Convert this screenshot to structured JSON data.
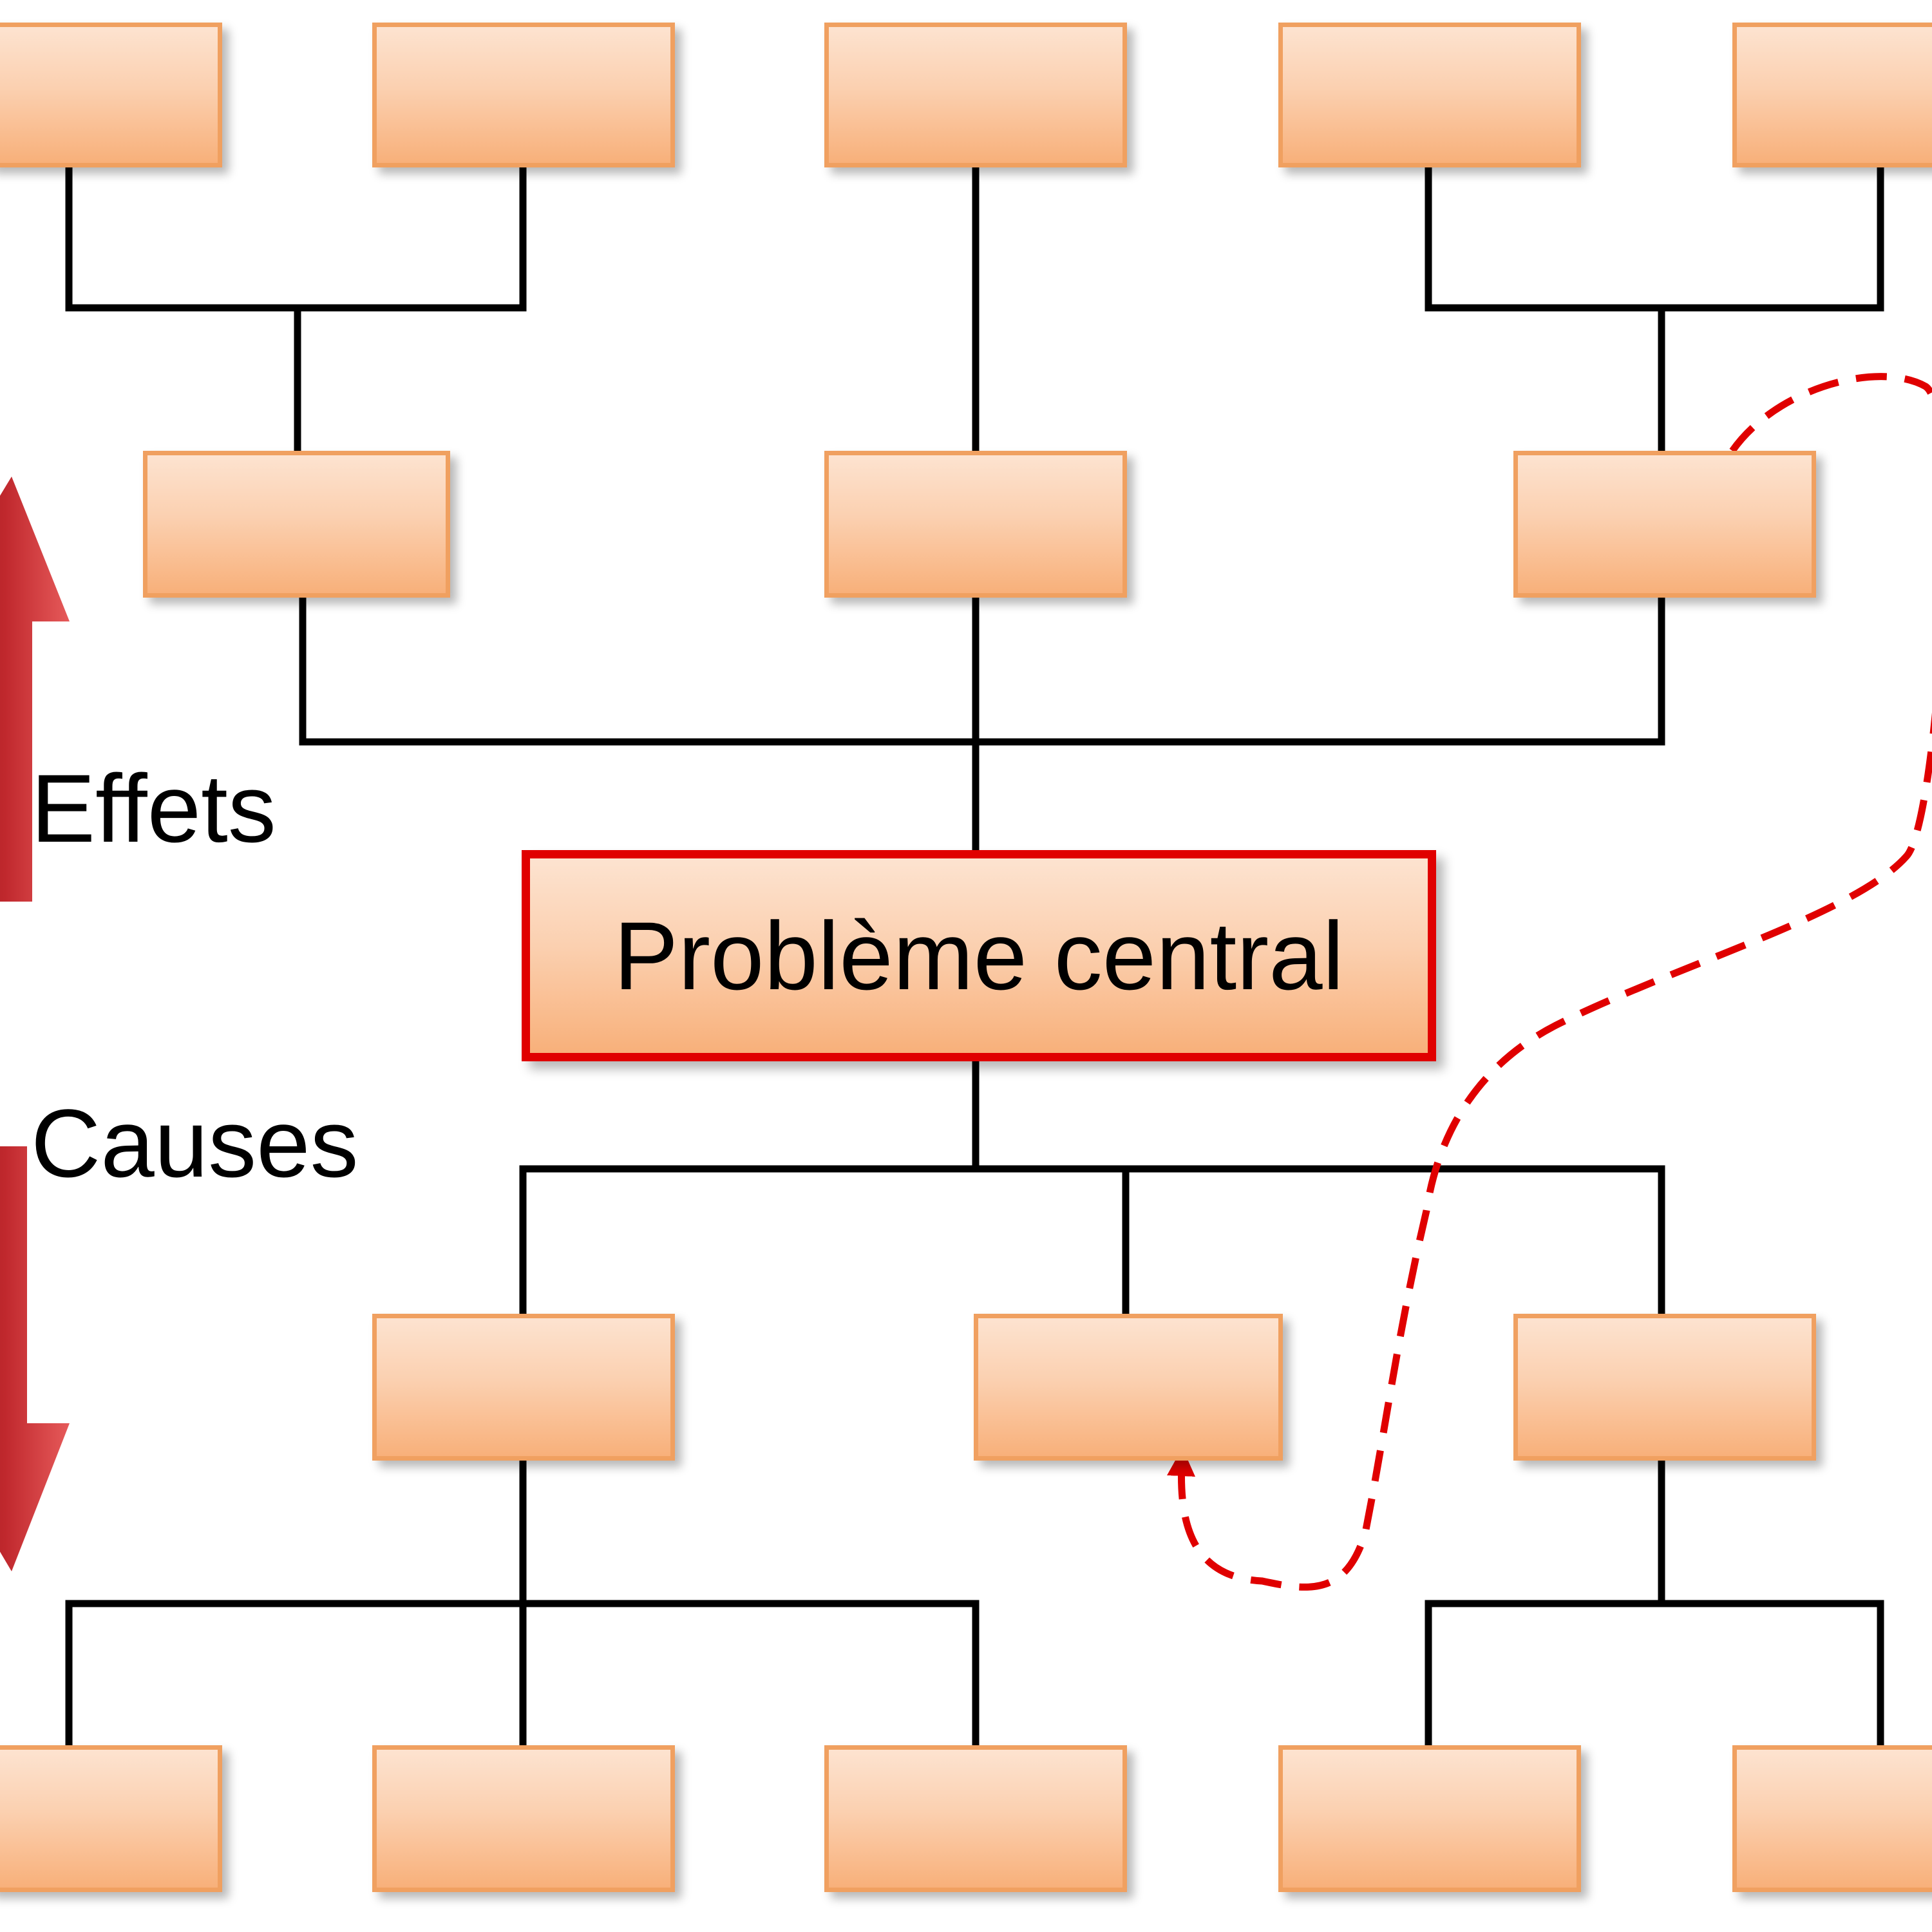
{
  "central_problem": {
    "label": "Problème central",
    "border_color": "#e00000"
  },
  "side_labels": {
    "effects": "Effets",
    "causes": "Causes"
  },
  "colors": {
    "box_fill_top": "#fde3d0",
    "box_fill_bottom": "#f8b07a",
    "box_border": "#f0a060",
    "connector": "#000000",
    "arrow_red": "#c0282d",
    "dashed_path": "#e00000"
  },
  "tree": {
    "effects_level_1_count": 3,
    "effects_level_2_count": 5,
    "causes_level_1_count": 3,
    "causes_level_2_count": 5
  }
}
